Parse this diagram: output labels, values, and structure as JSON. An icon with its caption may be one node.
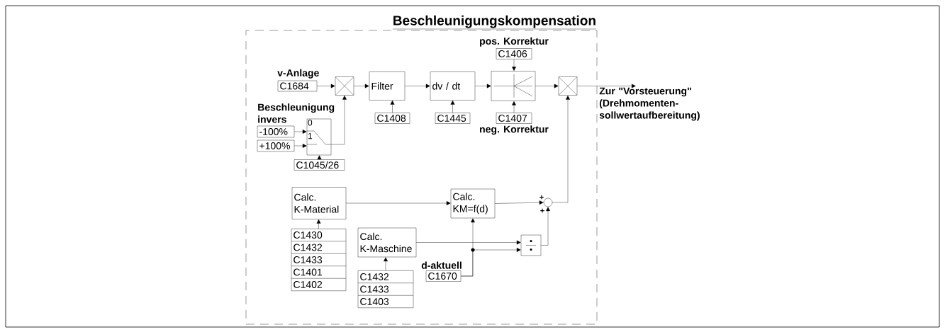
{
  "diagram": {
    "nodes": [
      {
        "text": [
          "Beschleunigungskompensation"
        ]
      },
      {
        "text": [
          "C1684"
        ],
        "in": 0,
        "beside": [
          "v-Anlage"
        ]
      },
      {
        "text": [],
        "shape": "box",
        "in": 0
      },
      {
        "text": [
          "Filter"
        ],
        "in": 0
      },
      {
        "text": [
          "dv / dt"
        ],
        "in": 0
      },
      {
        "text": [],
        "shape": "box",
        "in": 0
      },
      {
        "text": [],
        "shape": "box",
        "in": 0
      },
      {
        "text": [
          "C1408"
        ],
        "in": 0
      },
      {
        "text": [
          "C1445"
        ],
        "in": 0
      },
      {
        "text": [
          "C1406"
        ],
        "in": 0,
        "beside": [
          "pos. Korrektur"
        ]
      },
      {
        "text": [
          "C1407"
        ],
        "in": 0,
        "beside": [
          "neg. Korrektur"
        ]
      },
      {
        "text": [
          "0",
          "1"
        ],
        "in": 0
      },
      {
        "text": [
          "-100%"
        ],
        "in": 0
      },
      {
        "text": [
          "+100%"
        ],
        "in": 0
      },
      {
        "text": [
          "C1045/26"
        ],
        "in": 0
      },
      {
        "text": [
          "Calc. K-Material"
        ],
        "in": 0
      },
      {
        "text": [
          "C1430",
          "C1432",
          "C1433",
          "C1401",
          "C1402"
        ],
        "in": 0
      },
      {
        "text": [
          "Calc. KM=f(d)"
        ],
        "in": 0
      },
      {
        "text": [
          "Calc. K-Maschine"
        ],
        "in": 0
      },
      {
        "text": [
          "C1432",
          "C1433",
          "C1403"
        ],
        "in": 0
      },
      {
        "text": [],
        "shape": "circle",
        "in": 0
      },
      {
        "text": [],
        "shape": "box",
        "in": 0
      },
      {
        "text": [
          "C1670"
        ],
        "in": 0,
        "beside": [
          "d-aktuell"
        ]
      },
      {
        "text": [
          "Zur \"Vorsteuerung\" (Drehmomenten- sollwertaufbereitung)"
        ]
      }
    ],
    "edges": [
      {
        "from": 1,
        "to": 2,
        "arrow": "to"
      },
      {
        "from": 2,
        "to": 3,
        "arrow": "to"
      },
      {
        "from": 3,
        "to": 4,
        "arrow": "to"
      },
      {
        "from": 4,
        "to": 5,
        "arrow": "to"
      },
      {
        "from": 5,
        "to": 6,
        "arrow": "to"
      },
      {
        "from": 6,
        "to": 23,
        "arrow": "to"
      },
      {
        "from": 7,
        "to": 3,
        "arrow": "to"
      },
      {
        "from": 8,
        "to": 4,
        "arrow": "to"
      },
      {
        "from": 9,
        "to": 5,
        "arrow": "to"
      },
      {
        "from": 10,
        "to": 5,
        "arrow": "to"
      },
      {
        "from": 11,
        "to": 2,
        "arrow": "to"
      },
      {
        "from": 12,
        "to": 11,
        "arrow": "to"
      },
      {
        "from": 13,
        "to": 11,
        "arrow": "to"
      },
      {
        "from": 14,
        "to": 11,
        "arrow": "to"
      },
      {
        "from": 16,
        "to": 15,
        "arrow": "to"
      },
      {
        "from": 15,
        "to": 17,
        "arrow": "to"
      },
      {
        "from": 17,
        "to": 20,
        "arrow": "to"
      },
      {
        "from": 20,
        "to": 6,
        "arrow": "to"
      },
      {
        "from": 18,
        "to": 21,
        "arrow": "to"
      },
      {
        "from": 19,
        "to": 18,
        "arrow": "to"
      },
      {
        "from": 22,
        "to": 17,
        "arrow": "to"
      },
      {
        "from": 22,
        "to": 21,
        "arrow": "to"
      },
      {
        "from": 21,
        "to": 20,
        "arrow": "to"
      }
    ],
    "labels": [
      "Beschleunigung invers",
      "+",
      "+"
    ]
  }
}
